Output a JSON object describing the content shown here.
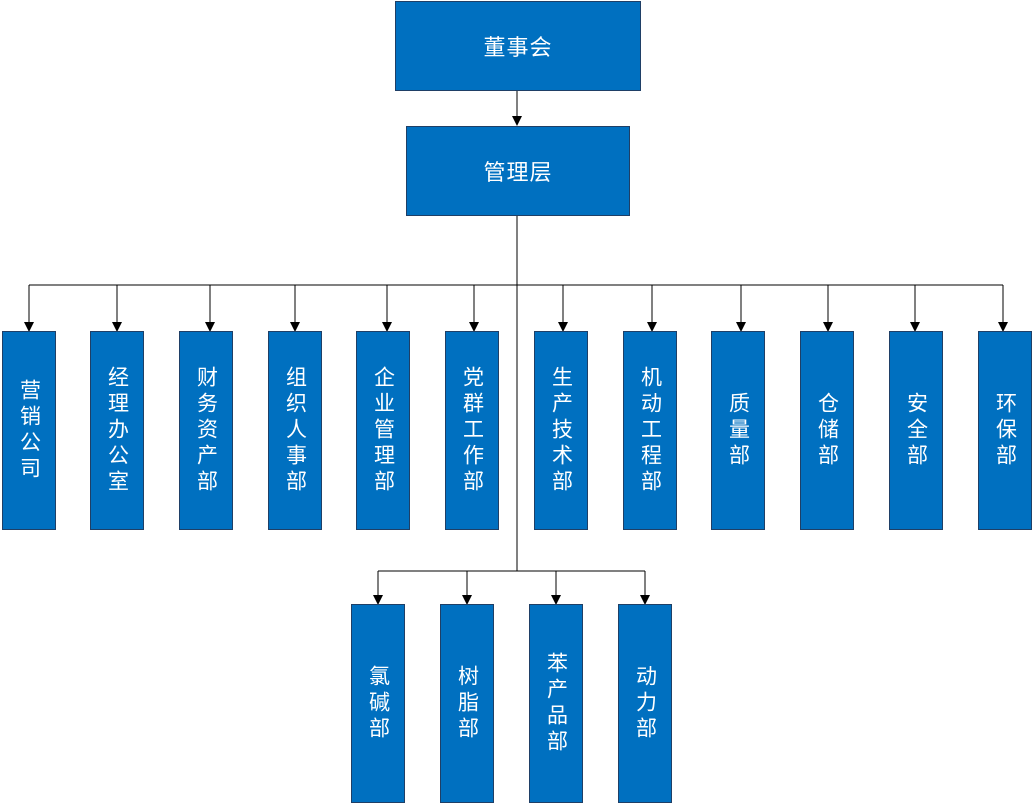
{
  "diagram": {
    "top": {
      "label": "董事会"
    },
    "management": {
      "label": "管理层"
    },
    "departments": [
      {
        "label": "营销公司"
      },
      {
        "label": "经理办公室"
      },
      {
        "label": "财务资产部"
      },
      {
        "label": "组织人事部"
      },
      {
        "label": "企业管理部"
      },
      {
        "label": "党群工作部"
      },
      {
        "label": "生产技术部"
      },
      {
        "label": "机动工程部"
      },
      {
        "label": "质量部"
      },
      {
        "label": "仓储部"
      },
      {
        "label": "安全部"
      },
      {
        "label": "环保部"
      }
    ],
    "production_units": [
      {
        "label": "氯碱部"
      },
      {
        "label": "树脂部"
      },
      {
        "label": "苯产品部"
      },
      {
        "label": "动力部"
      }
    ],
    "colors": {
      "box_fill": "#0070c0",
      "box_border": "#1f3f66",
      "text": "#ffffff",
      "connector": "#000000"
    }
  }
}
